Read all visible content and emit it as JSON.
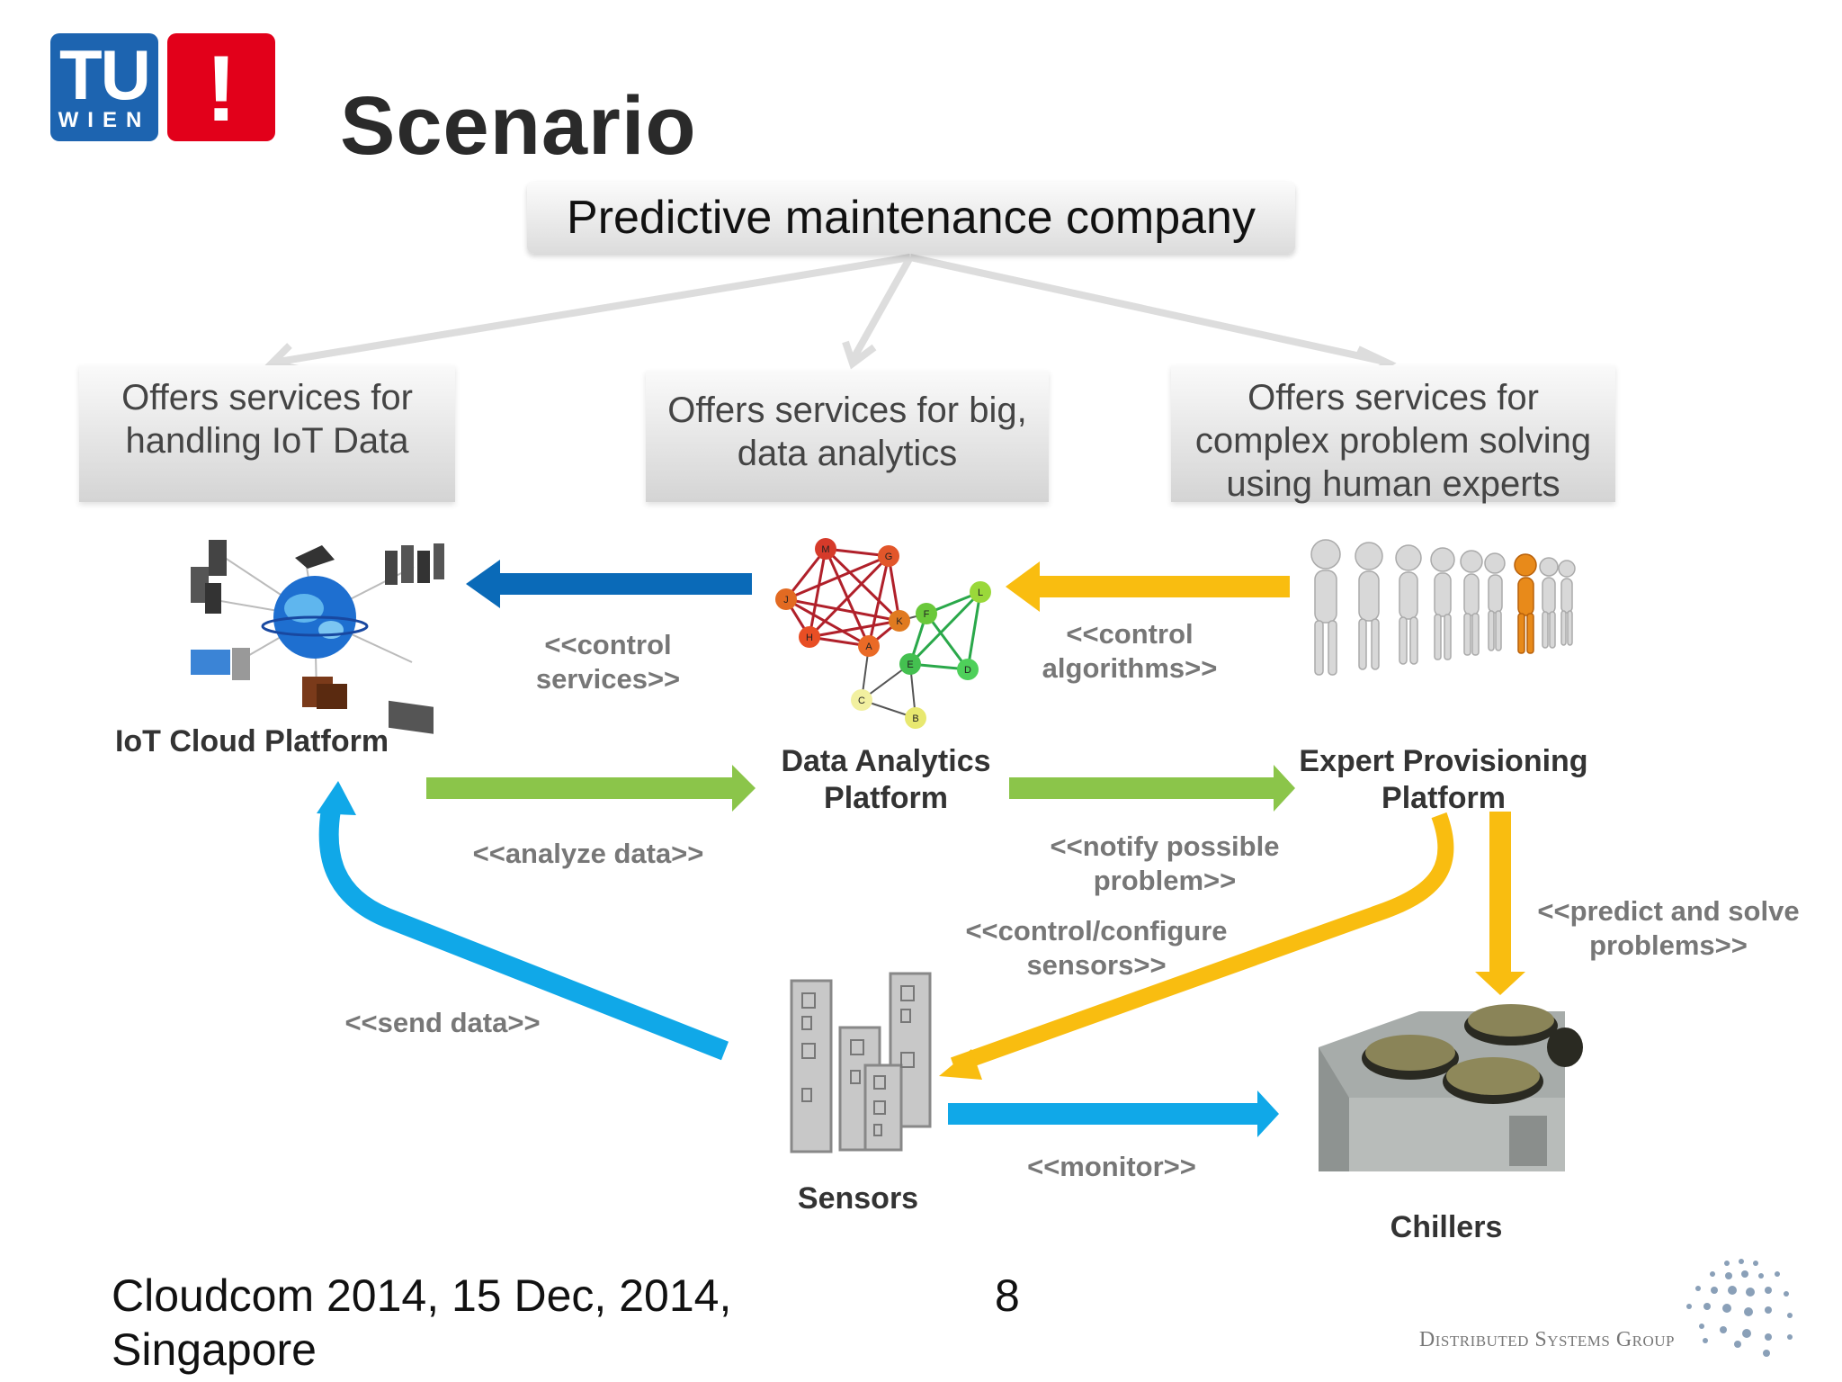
{
  "logo": {
    "tu": "TU",
    "wien": "WIEN",
    "mark": "!",
    "blue": "#1d64b0",
    "red": "#e2001a"
  },
  "title": "Scenario",
  "company": "Predictive maintenance company",
  "services": [
    {
      "lines": [
        "Offers services for",
        "handling IoT Data"
      ]
    },
    {
      "lines": [
        "Offers services for big,",
        "data analytics"
      ]
    },
    {
      "lines": [
        "Offers services for",
        "complex problem solving",
        "using human experts"
      ]
    }
  ],
  "nodes": {
    "iot": {
      "lines": [
        "IoT Cloud Platform"
      ]
    },
    "analytics": {
      "lines": [
        "Data Analytics",
        "Platform"
      ]
    },
    "expert": {
      "lines": [
        "Expert Provisioning",
        "Platform"
      ]
    },
    "sensors": {
      "lines": [
        "Sensors"
      ]
    },
    "chillers": {
      "lines": [
        "Chillers"
      ]
    }
  },
  "network_nodes": [
    "M",
    "G",
    "J",
    "K",
    "H",
    "A",
    "F",
    "L",
    "E",
    "D",
    "C",
    "B"
  ],
  "stereotypes": {
    "control_services": [
      "<<control",
      "services>>"
    ],
    "control_algorithms": [
      "<<control",
      "algorithms>>"
    ],
    "analyze_data": [
      "<<analyze data>>"
    ],
    "notify": [
      "<<notify possible",
      "problem>>"
    ],
    "configure": [
      "<<control/configure",
      "sensors>>"
    ],
    "predict": [
      "<<predict and solve",
      "problems>>"
    ],
    "send_data": [
      "<<send data>>"
    ],
    "monitor": [
      "<<monitor>>"
    ]
  },
  "footer": {
    "conference": [
      "Cloudcom 2014, 15 Dec, 2014,",
      "Singapore"
    ],
    "page": "8",
    "group": "Distributed Systems Group"
  },
  "colors": {
    "blue_arrow": "#0a6ab8",
    "cyan_arrow": "#10a8e8",
    "green_arrow": "#8bc54a",
    "yellow_arrow": "#f9bd10",
    "gray_arrow": "#dddddd"
  }
}
